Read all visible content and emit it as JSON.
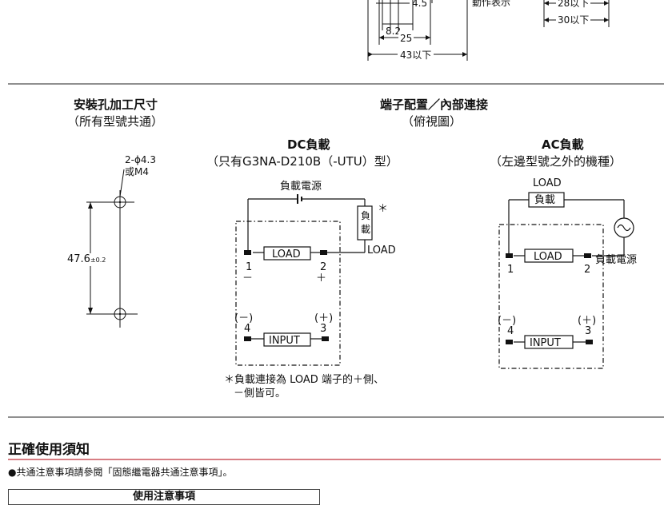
{
  "top_dims": {
    "d45": "4.5",
    "d82": "8.2",
    "d25": "25",
    "d43": "43以下",
    "right_label": "動作表示",
    "d28": "28以下",
    "d30": "30以下"
  },
  "mounting": {
    "title": "安裝孔加工尺寸",
    "subtitle": "（所有型號共通）",
    "hole_label_1": "2-ϕ4.3",
    "hole_label_2": "或M4",
    "pitch_value": "47.6",
    "pitch_tol": "±0.2"
  },
  "terminal": {
    "title": "端子配置／內部連接",
    "subtitle": "（俯視圖）"
  },
  "dc": {
    "title": "DC負載",
    "subtitle": "（只有G3NA-D210B（-UTU）型）",
    "supply_label": "負載電源",
    "load_box_1": "負",
    "load_box_2": "載",
    "star": "＊",
    "load_side": "LOAD",
    "load_inner": "LOAD",
    "input_inner": "INPUT",
    "t1": "1",
    "t1s": "－",
    "t2": "2",
    "t2s": "＋",
    "t4s": "(－)",
    "t4": "4",
    "t3s": "(＋)",
    "t3": "3",
    "note_1": "＊負載連接為 LOAD 端子的＋側、",
    "note_2": "－側皆可。"
  },
  "ac": {
    "title": "AC負載",
    "subtitle": "（左邊型號之外的機種）",
    "load_top": "LOAD",
    "load_box": "負載",
    "supply_label": "負載電源",
    "load_inner": "LOAD",
    "input_inner": "INPUT",
    "t1": "1",
    "t2": "2",
    "t4s": "(－)",
    "t4": "4",
    "t3s": "(＋)",
    "t3": "3"
  },
  "usage": {
    "section_title": "正確使用須知",
    "bullet": "●共通注意事項請參閱「固態繼電器共通注意事項」。",
    "box_label": "使用注意事項"
  },
  "colors": {
    "section_rule": "#c0303a"
  }
}
